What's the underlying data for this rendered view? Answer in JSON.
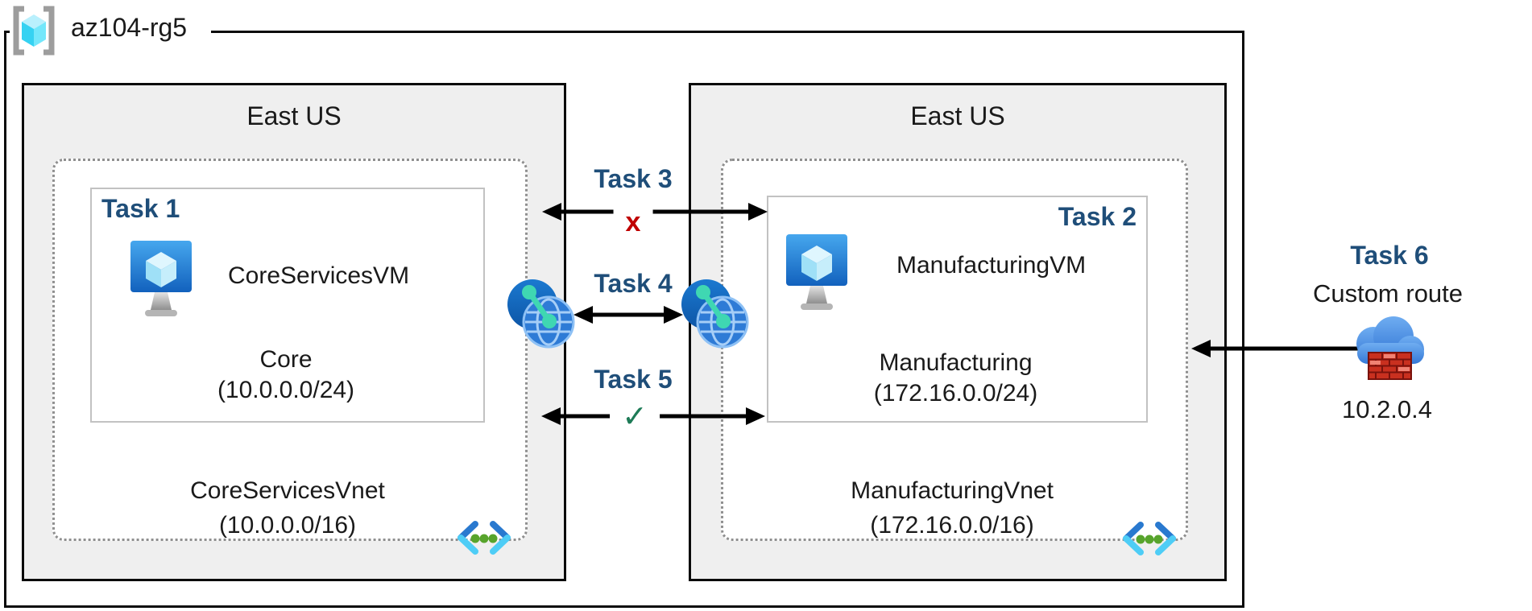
{
  "resource_group": {
    "name": "az104-rg5"
  },
  "regions": {
    "left": {
      "title": "East US",
      "vnet_name": "CoreServicesVnet",
      "vnet_cidr": "(10.0.0.0/16)",
      "subnet": {
        "task_label": "Task 1",
        "vm_name": "CoreServicesVM",
        "subnet_name": "Core",
        "subnet_cidr": "(10.0.0.0/24)"
      }
    },
    "right": {
      "title": "East US",
      "vnet_name": "ManufacturingVnet",
      "vnet_cidr": "(172.16.0.0/16)",
      "subnet": {
        "task_label": "Task 2",
        "vm_name": "ManufacturingVM",
        "subnet_name": "Manufacturing",
        "subnet_cidr": "(172.16.0.0/24)"
      }
    }
  },
  "connections": {
    "task3": {
      "label": "Task 3",
      "status_marker": "x",
      "status": "blocked"
    },
    "task4": {
      "label": "Task 4"
    },
    "task5": {
      "label": "Task 5",
      "status_marker": "✓",
      "status": "allowed"
    },
    "task6": {
      "label": "Task 6",
      "description": "Custom route",
      "ip_address": "10.2.0.4"
    }
  },
  "icons": {
    "resource_group": "azure-resource-group-icon",
    "vm": "azure-vm-icon",
    "vnet": "azure-vnet-icon",
    "peering": "vnet-peering-globe-icon",
    "custom_route": "cloud-firewall-icon"
  },
  "colors": {
    "task_label": "#1F4E79",
    "blocked_x": "#C00000",
    "allowed_check": "#1E7B57",
    "region_fill": "#EFEFEF",
    "peering_teal": "#3FD7B2",
    "vnet_green_dot": "#57A42C",
    "vm_blue": "#1B7AD4",
    "cloud_blue": "#4B93E6",
    "firewall_red": "#C9301F"
  }
}
